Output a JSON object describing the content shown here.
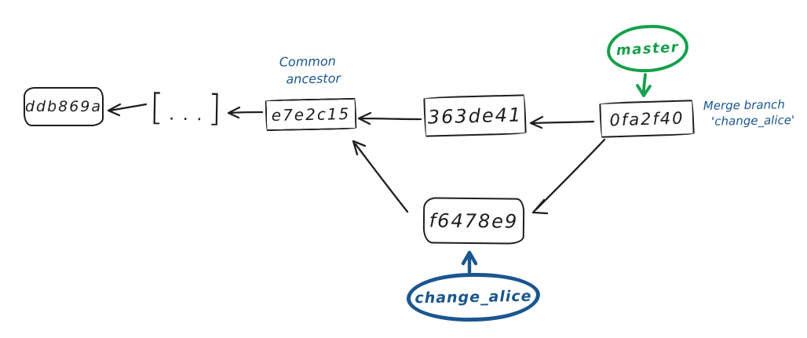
{
  "colors": {
    "ink": "#1e1e1e",
    "green": "#15a04b",
    "blue": "#1a568f",
    "paper": "#ffffff"
  },
  "commits": [
    {
      "label": "ddb869a"
    },
    {
      "label": "[...]"
    },
    {
      "label": "e7e2c15"
    },
    {
      "label": "363de41"
    },
    {
      "label": "0fa2f40"
    },
    {
      "label": "f6478e9"
    }
  ],
  "branches": [
    {
      "label": "master"
    },
    {
      "label": "change_alice"
    }
  ],
  "annotations": {
    "common_ancestor": {
      "line1": "Common",
      "line2": "ancestor"
    },
    "merge_note": {
      "line1": "Merge branch",
      "line2": "'change_alice'"
    }
  }
}
